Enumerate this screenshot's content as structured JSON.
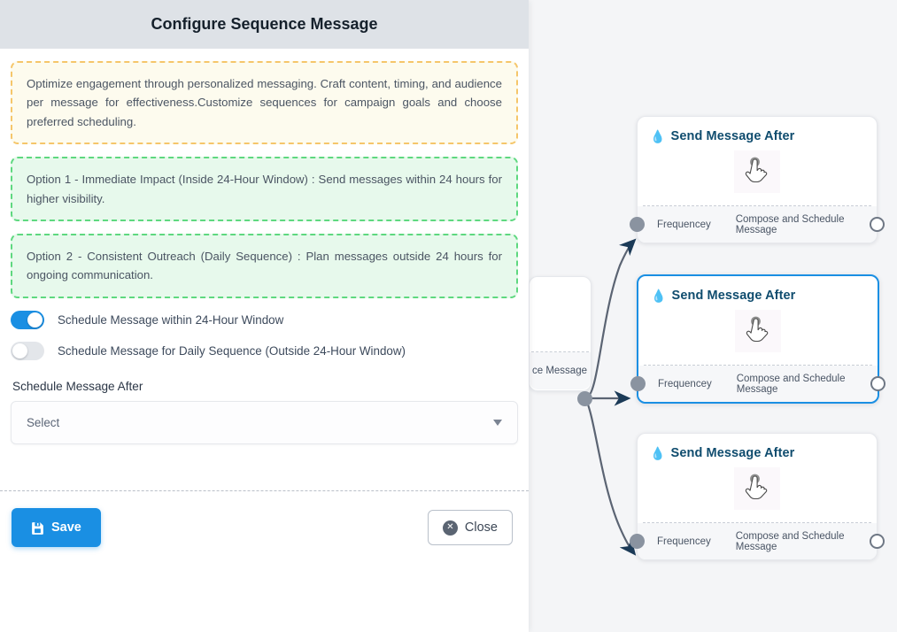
{
  "panel": {
    "title": "Configure Sequence Message",
    "callouts": [
      {
        "variant": "info",
        "text": "Optimize engagement through personalized messaging. Craft content, timing, and audience per message for effectiveness.Customize sequences for campaign goals and choose preferred scheduling."
      },
      {
        "variant": "ok",
        "text": "Option 1 - Immediate Impact (Inside 24-Hour Window) : Send messages within 24 hours for higher visibility."
      },
      {
        "variant": "ok",
        "text": "Option 2 - Consistent Outreach (Daily Sequence) : Plan messages outside 24 hours for ongoing communication."
      }
    ],
    "toggles": [
      {
        "label": "Schedule Message within 24-Hour Window",
        "state": "on"
      },
      {
        "label": "Schedule Message for Daily Sequence (Outside 24-Hour Window)",
        "state": "off"
      }
    ],
    "select_field": {
      "label": "Schedule Message After",
      "value": "Select",
      "caret_icon": "chevron-down-icon"
    },
    "footer": {
      "save_label": "Save",
      "save_icon": "save-floppy-icon",
      "close_label": "Close",
      "close_icon": "close-circle-icon"
    }
  },
  "canvas": {
    "partial_node": {
      "footer_right_label": "ce Message"
    },
    "nodes": [
      {
        "title": "Send Message After",
        "title_icon": "droplet-icon",
        "body_icon": "pointer-hand-icon",
        "footer_left_label": "Frequencey",
        "footer_right_label": "Compose and Schedule Message",
        "selected": "false"
      },
      {
        "title": "Send Message After",
        "title_icon": "droplet-icon",
        "body_icon": "pointer-hand-icon",
        "footer_left_label": "Frequencey",
        "footer_right_label": "Compose and Schedule Message",
        "selected": "true"
      },
      {
        "title": "Send Message After",
        "title_icon": "droplet-icon",
        "body_icon": "pointer-hand-icon",
        "footer_left_label": "Frequencey",
        "footer_right_label": "Compose and Schedule Message",
        "selected": "false"
      }
    ]
  },
  "colors": {
    "accent": "#1a8fe3",
    "node_title": "#0f4c6e",
    "selected_border": "#1a8fe3",
    "info_border": "#f5c66a",
    "info_bg": "#fdfbee",
    "ok_border": "#5ed87f",
    "ok_bg": "#e7f9ec",
    "canvas_bg": "#f4f5f7",
    "header_bg": "#dee2e7",
    "edge": "#5b6473"
  }
}
